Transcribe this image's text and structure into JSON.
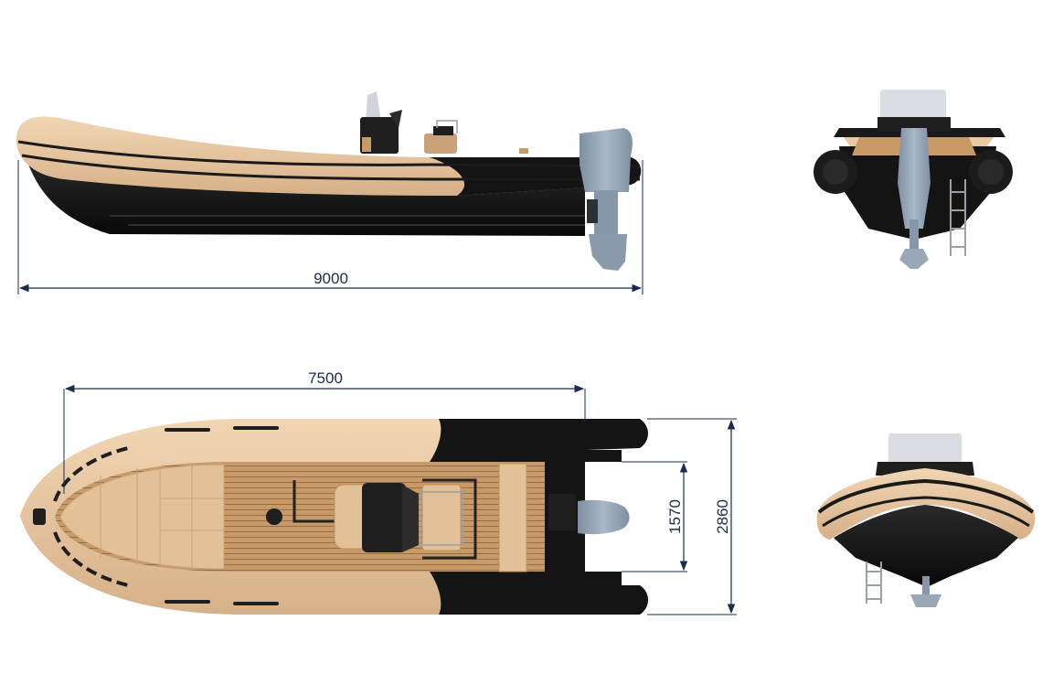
{
  "dimensions": {
    "overall_length": "9000",
    "hull_length": "7500",
    "inner_beam": "1570",
    "overall_beam": "2860"
  },
  "colors": {
    "tube_tan": "#e9c9a2",
    "tube_shadow": "#c9a27a",
    "hull_black": "#141414",
    "deck_teak": "#c89a68",
    "teak_line": "#3a2a1c",
    "engine_grey": "#93a3b5",
    "dimension_line": "#1a2b4c",
    "windscreen": "#dadde2"
  }
}
